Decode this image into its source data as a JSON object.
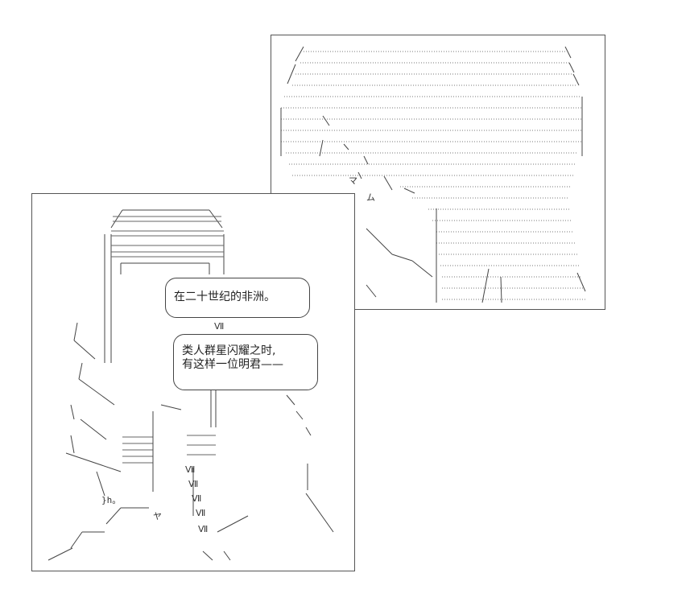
{
  "bubble_1": {
    "line_1": "在二十世纪的非洲。"
  },
  "bubble_2": {
    "line_1": "类人群星闪耀之时,",
    "line_2": "有这样一位明君——"
  },
  "art_glyphs": {
    "roman_1": "Ⅶ",
    "roman_2": "Ⅶ",
    "roman_3": "Ⅶ",
    "roman_4": "Ⅶ",
    "roman_5": "Ⅶ",
    "roman_6": "Ⅶ",
    "h_mark": "}h。",
    "ya_mark": "ヤ",
    "ma_mark": "マ",
    "mu_mark": "ム"
  }
}
